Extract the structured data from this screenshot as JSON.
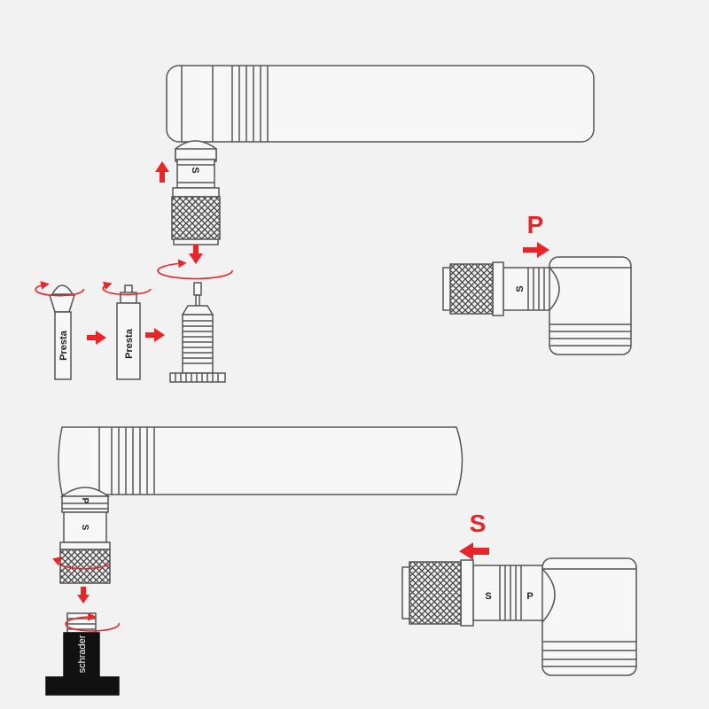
{
  "figure": {
    "top_pump": {
      "valve_marks": [
        "S"
      ]
    },
    "presta_steps": {
      "cap_label": "Presta",
      "valve_label": "Presta"
    },
    "right_top_head": {
      "mode_letter": "P",
      "valve_mark": "S"
    },
    "bottom_pump": {
      "valve_mark_p": "P",
      "valve_mark_s": "S"
    },
    "schrader_valve": {
      "label": "schrader"
    },
    "right_bottom_head": {
      "mode_letter": "S",
      "mark_s": "S",
      "mark_p": "P"
    }
  },
  "colors": {
    "accent": "#e8262a",
    "outline": "#555555",
    "body": "#f7f7f7",
    "valve_dark": "#111111"
  },
  "icons": [
    "arrow-up-icon",
    "arrow-down-icon",
    "arrow-right-icon",
    "arrow-left-icon",
    "rotate-icon"
  ]
}
